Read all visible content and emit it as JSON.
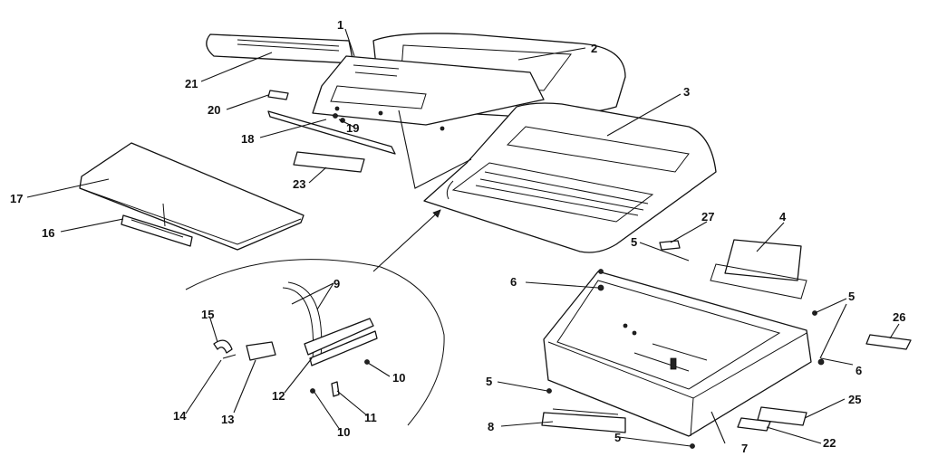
{
  "callouts": {
    "c1": "1",
    "c2": "2",
    "c3": "3",
    "c4": "4",
    "c5a": "5",
    "c5b": "5",
    "c5c": "5",
    "c5d": "5",
    "c6a": "6",
    "c6b": "6",
    "c7": "7",
    "c8": "8",
    "c9": "9",
    "c10a": "10",
    "c10b": "10",
    "c11": "11",
    "c12": "12",
    "c13": "13",
    "c14": "14",
    "c15": "15",
    "c16": "16",
    "c17": "17",
    "c18": "18",
    "c19": "19",
    "c20": "20",
    "c21": "21",
    "c22": "22",
    "c23": "23",
    "c25": "25",
    "c26": "26",
    "c27": "27"
  }
}
